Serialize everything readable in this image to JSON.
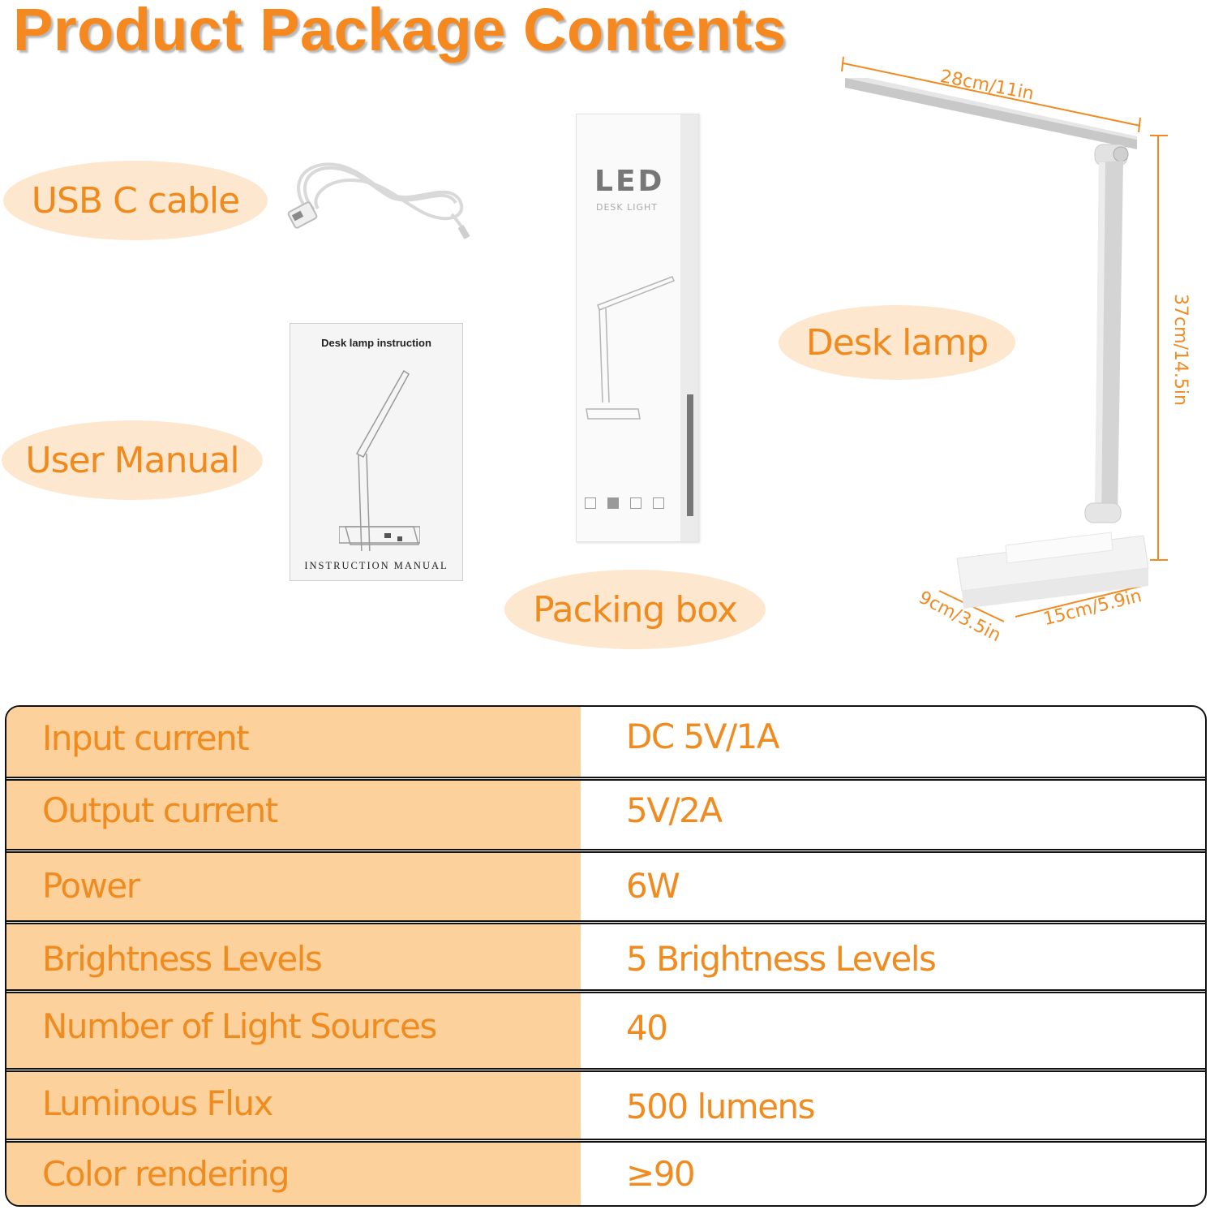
{
  "header": {
    "title": "Product Package Contents"
  },
  "items": [
    {
      "label": "USB C cable",
      "image": "usb-cable-image"
    },
    {
      "label": "User Manual",
      "image": "instruction-manual-image"
    },
    {
      "label": "Packing box",
      "image": "packing-box-image"
    },
    {
      "label": "Desk lamp",
      "image": "desk-lamp-image"
    }
  ],
  "manual": {
    "top_text": "Desk lamp instruction",
    "bottom_text": "INSTRUCTION MANUAL"
  },
  "box": {
    "brand": "LED",
    "subtitle": "DESK LIGHT"
  },
  "dimensions": {
    "arm_length": "28cm/11in",
    "height": "37cm/14.5in",
    "base_depth": "9cm/3.5in",
    "base_width": "15cm/5.9in"
  },
  "specs": {
    "rows": [
      {
        "key": "Input current",
        "value": "DC 5V/1A"
      },
      {
        "key": "Output current",
        "value": "5V/2A"
      },
      {
        "key": "Power",
        "value": "6W"
      },
      {
        "key": "Brightness Levels",
        "value": "5 Brightness Levels"
      },
      {
        "key": "Number of Light Sources",
        "value": "40"
      },
      {
        "key": "Luminous Flux",
        "value": "500 lumens"
      },
      {
        "key": "Color rendering",
        "value": "≥90"
      }
    ]
  },
  "colors": {
    "accent": "#f5891f",
    "pill_bg": "#fde7cf",
    "table_key_bg": "#fdd19b",
    "border": "#111111"
  }
}
